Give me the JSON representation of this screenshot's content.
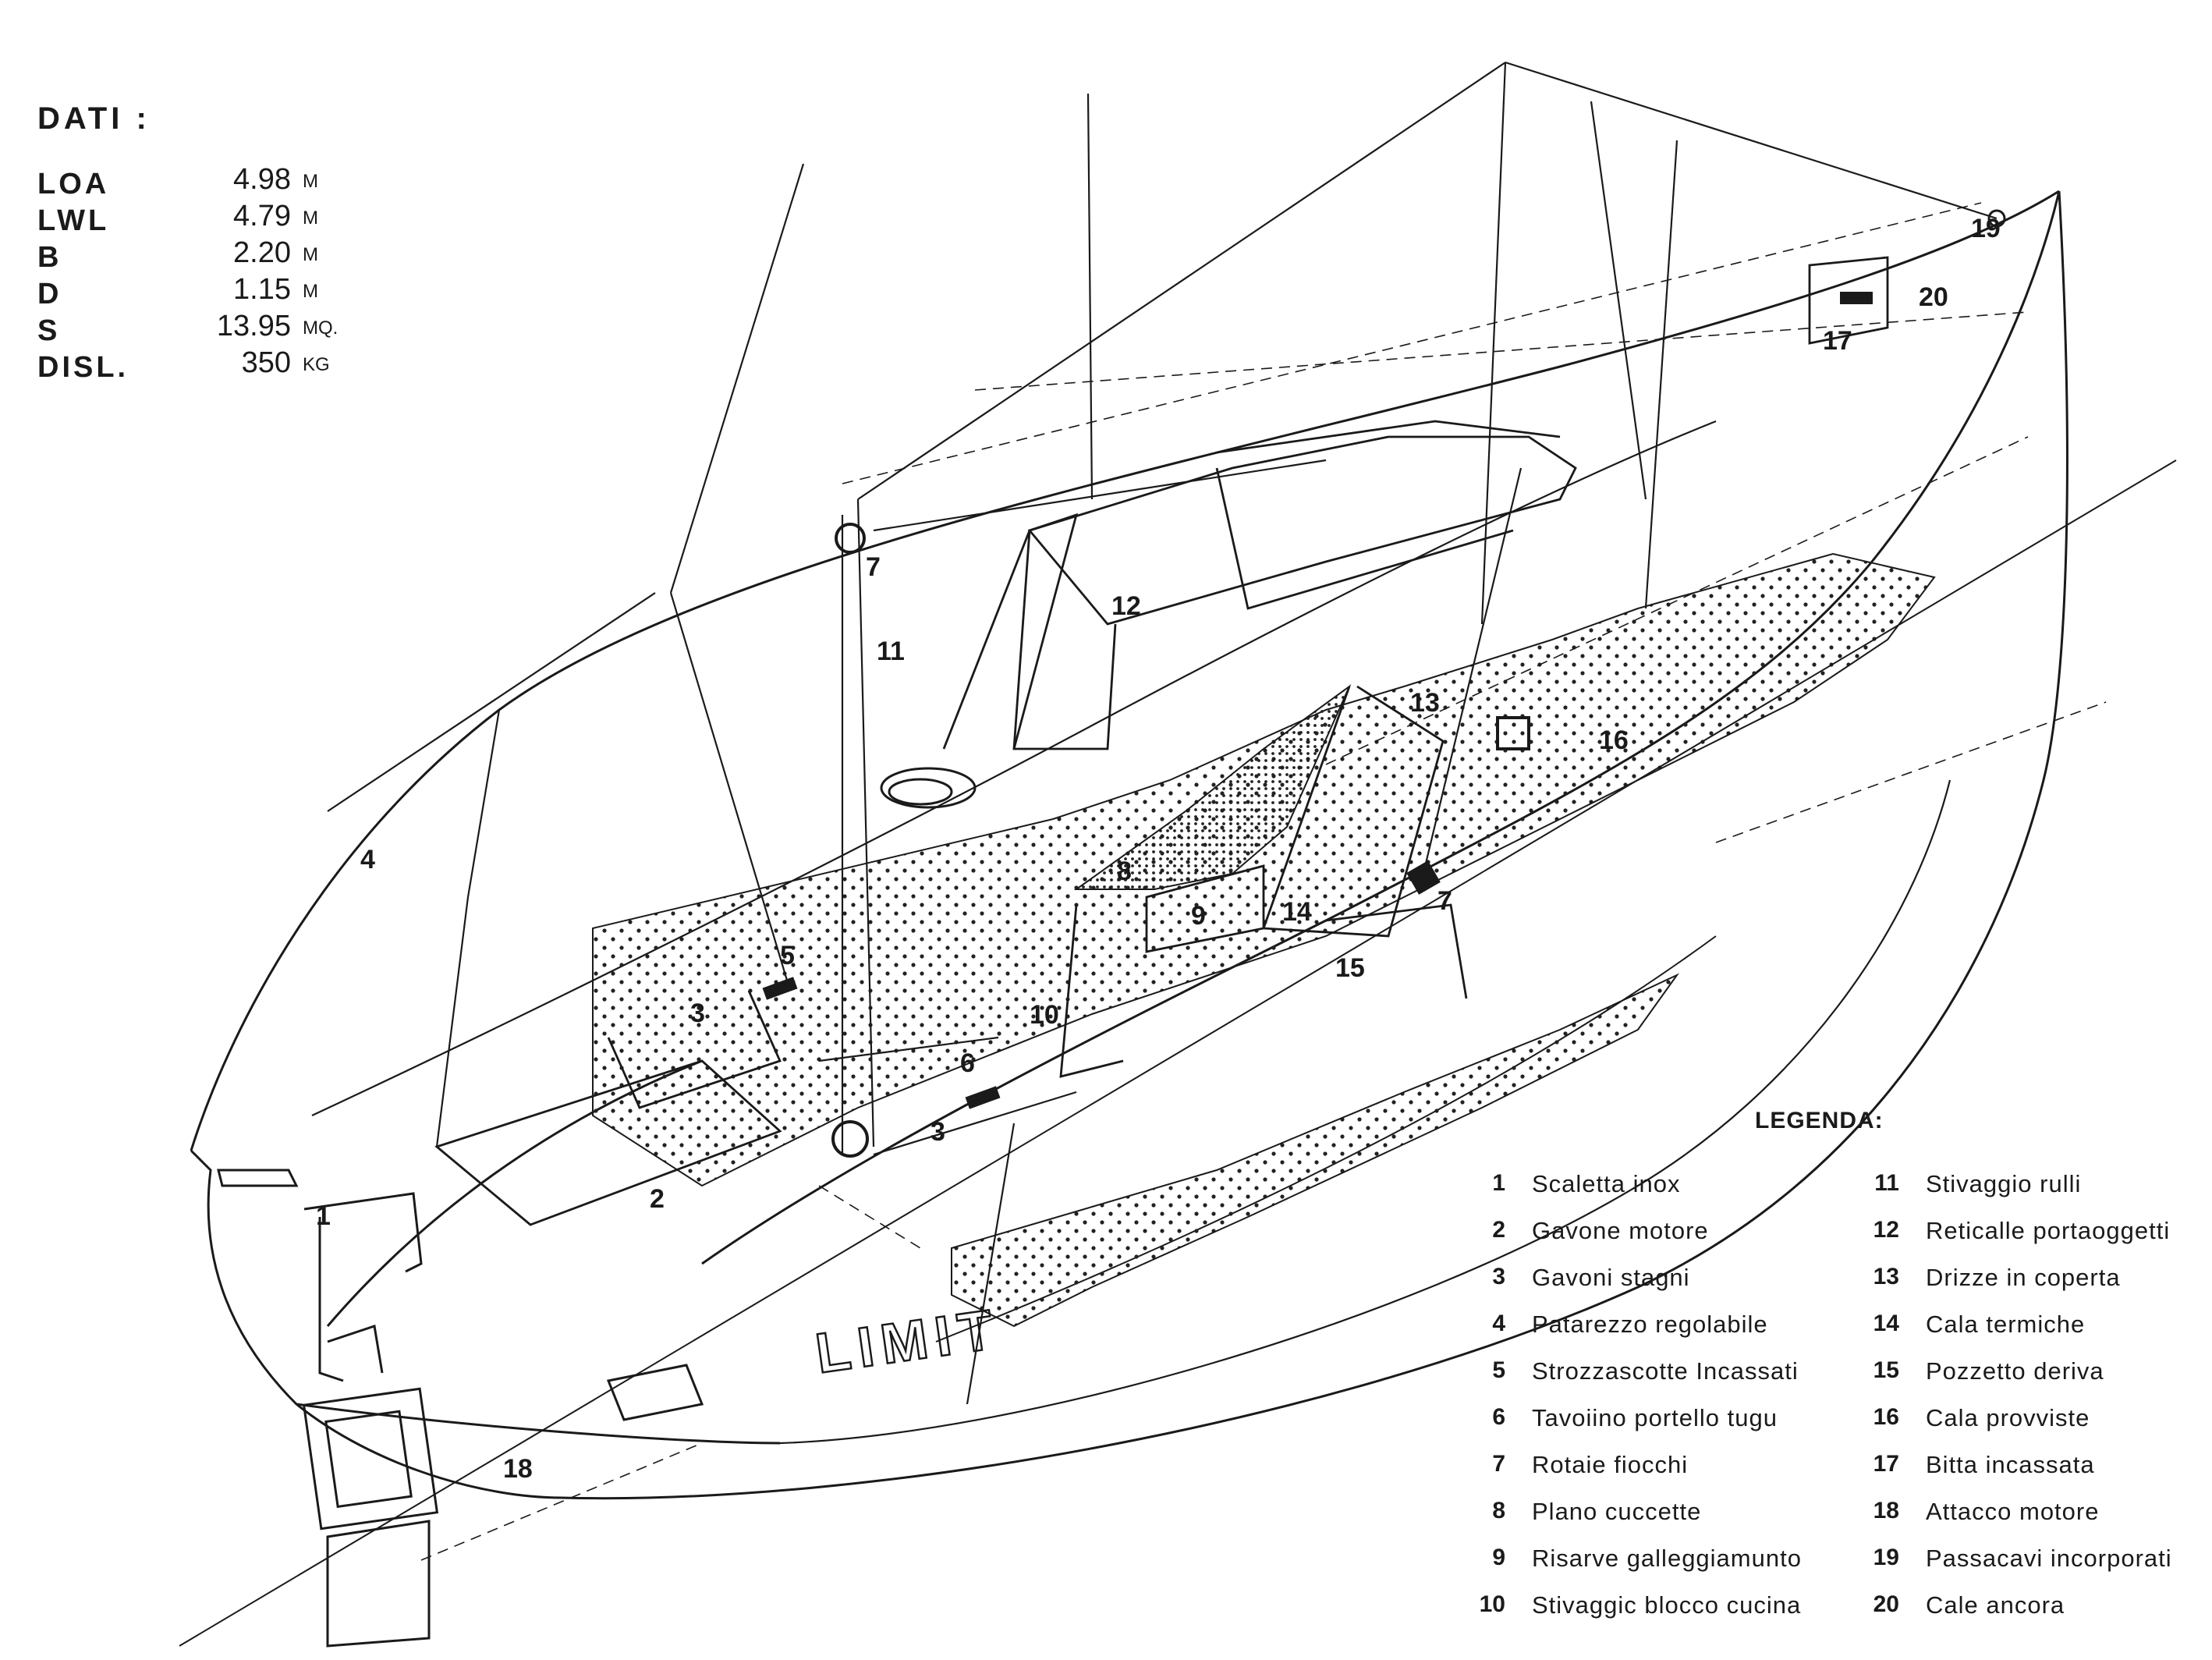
{
  "specs": {
    "title": "DATI :",
    "rows": [
      {
        "label": "LOA",
        "value": "4.98",
        "unit": "M"
      },
      {
        "label": "LWL",
        "value": "4.79",
        "unit": "M"
      },
      {
        "label": "B",
        "value": "2.20",
        "unit": "M"
      },
      {
        "label": "D",
        "value": "1.15",
        "unit": "M"
      },
      {
        "label": "S",
        "value": "13.95",
        "unit": "MQ."
      },
      {
        "label": "DISL.",
        "value": "350",
        "unit": "KG"
      }
    ]
  },
  "legend": {
    "title": "LEGENDA:",
    "items": [
      {
        "num": "1",
        "text": "Scaletta inox"
      },
      {
        "num": "2",
        "text": "Gavone motore"
      },
      {
        "num": "3",
        "text": "Gavoni stagni"
      },
      {
        "num": "4",
        "text": "Patarezzo regolabile"
      },
      {
        "num": "5",
        "text": "Strozzascotte Incassati"
      },
      {
        "num": "6",
        "text": "Tavoiino portello tugu"
      },
      {
        "num": "7",
        "text": "Rotaie fiocchi"
      },
      {
        "num": "8",
        "text": "Plano cuccette"
      },
      {
        "num": "9",
        "text": "Risarve galleggiamunto"
      },
      {
        "num": "10",
        "text": "Stivaggic blocco cucina"
      },
      {
        "num": "11",
        "text": "Stivaggio rulli"
      },
      {
        "num": "12",
        "text": "Reticalle portaoggetti"
      },
      {
        "num": "13",
        "text": "Drizze in coperta"
      },
      {
        "num": "14",
        "text": "Cala termiche"
      },
      {
        "num": "15",
        "text": "Pozzetto deriva"
      },
      {
        "num": "16",
        "text": "Cala provviste"
      },
      {
        "num": "17",
        "text": "Bitta incassata"
      },
      {
        "num": "18",
        "text": "Attacco motore"
      },
      {
        "num": "19",
        "text": "Passacavi incorporati"
      },
      {
        "num": "20",
        "text": "Cale ancora"
      }
    ]
  },
  "callouts": [
    {
      "id": "c1",
      "text": "1"
    },
    {
      "id": "c2",
      "text": "2"
    },
    {
      "id": "c3a",
      "text": "3"
    },
    {
      "id": "c3b",
      "text": "3"
    },
    {
      "id": "c4",
      "text": "4"
    },
    {
      "id": "c5",
      "text": "5"
    },
    {
      "id": "c6",
      "text": "6"
    },
    {
      "id": "c7a",
      "text": "7"
    },
    {
      "id": "c7b",
      "text": "7"
    },
    {
      "id": "c8",
      "text": "8"
    },
    {
      "id": "c9",
      "text": "9"
    },
    {
      "id": "c10",
      "text": "10"
    },
    {
      "id": "c11",
      "text": "11"
    },
    {
      "id": "c12",
      "text": "12"
    },
    {
      "id": "c13",
      "text": "13"
    },
    {
      "id": "c14",
      "text": "14"
    },
    {
      "id": "c15",
      "text": "15"
    },
    {
      "id": "c16",
      "text": "16"
    },
    {
      "id": "c17",
      "text": "17"
    },
    {
      "id": "c18",
      "text": "18"
    },
    {
      "id": "c19",
      "text": "19"
    },
    {
      "id": "c20",
      "text": "20"
    }
  ],
  "hull_lettering": "LIMIT"
}
